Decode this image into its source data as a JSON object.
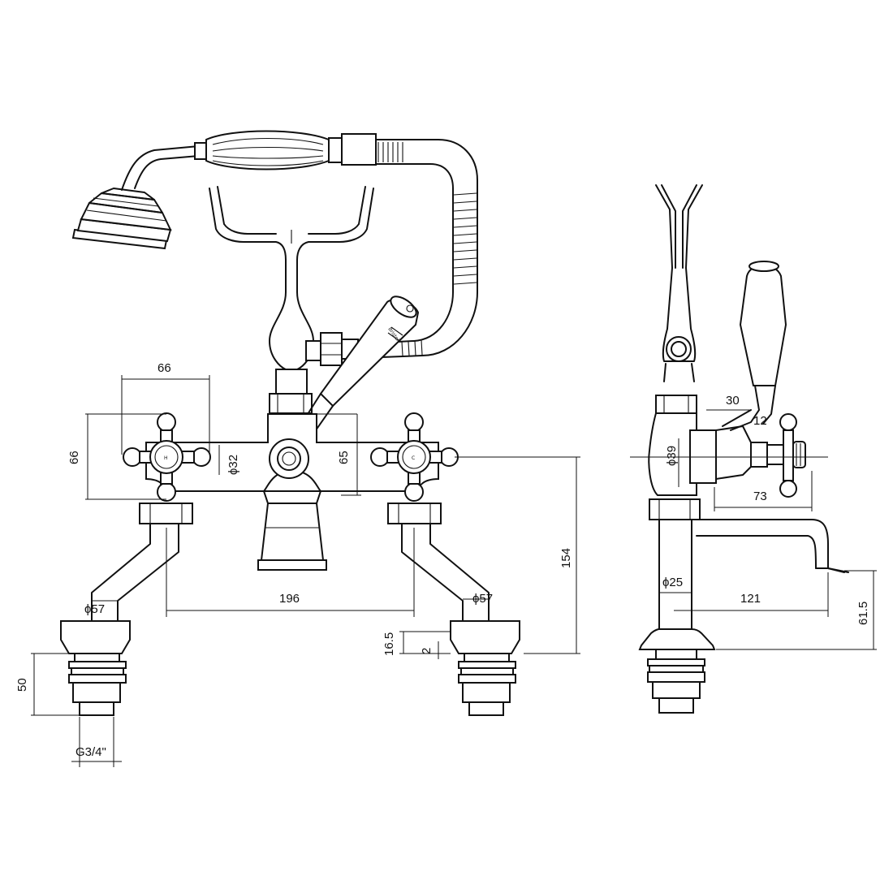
{
  "dimensions": {
    "d66_width": "66",
    "d66_height": "66",
    "d32": "ϕ32",
    "d65": "65",
    "d196": "196",
    "d57_left": "ϕ57",
    "d57_right": "ϕ57",
    "d154": "154",
    "d16_5": "16.5",
    "d2": "2",
    "d50": "50",
    "thread": "G3/4\"",
    "d30": "30",
    "d12": "12",
    "d39": "ϕ39",
    "d73": "73",
    "d25": "ϕ25",
    "d121": "121",
    "d61_5": "61.5"
  },
  "handle_markings": {
    "hot": "H",
    "cold": "C"
  }
}
